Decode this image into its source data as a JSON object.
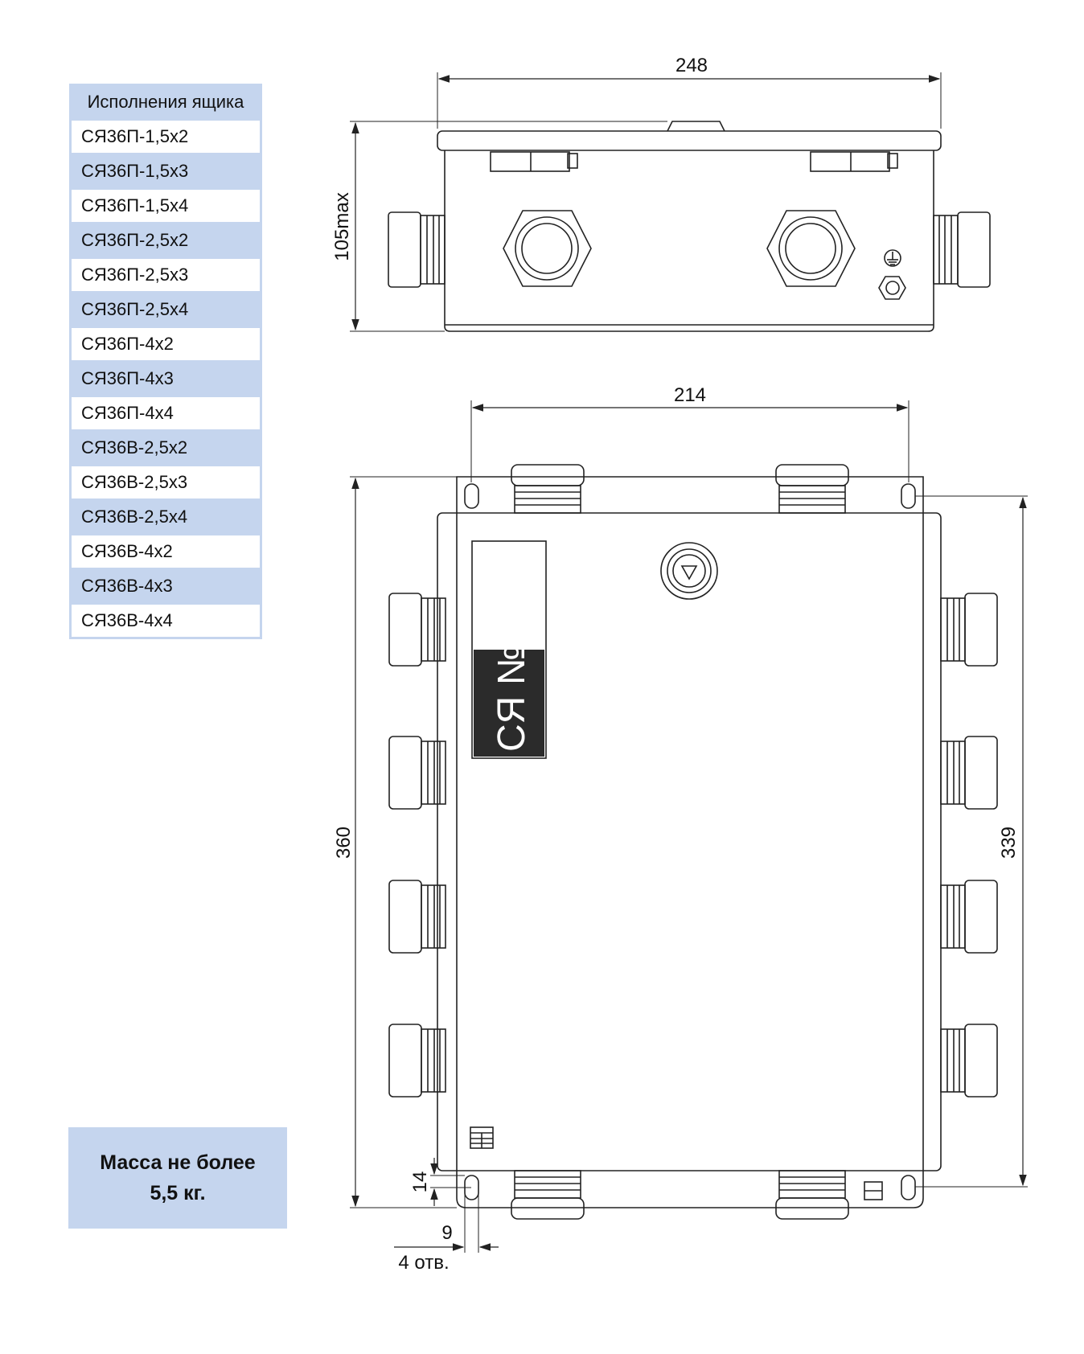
{
  "variants": {
    "header": "Исполнения ящика",
    "rows": [
      "СЯ36П-1,5х2",
      "СЯ36П-1,5х3",
      "СЯ36П-1,5х4",
      "СЯ36П-2,5х2",
      "СЯ36П-2,5х3",
      "СЯ36П-2,5х4",
      "СЯ36П-4х2",
      "СЯ36П-4х3",
      "СЯ36П-4х4",
      "СЯ36В-2,5х2",
      "СЯ36В-2,5х3",
      "СЯ36В-2,5х4",
      "СЯ36В-4х2",
      "СЯ36В-4х3",
      "СЯ36В-4х4"
    ]
  },
  "mass": {
    "line1": "Масса не более",
    "line2": "5,5 кг."
  },
  "dimensions": {
    "top_width": "248",
    "height_max": "105max",
    "mount_spacing": "214",
    "overall_height": "360",
    "mount_height": "339",
    "hole_offset": "14",
    "hole_size": "9",
    "holes_note": "4 отв."
  },
  "label_plate": {
    "text": "СЯ №"
  },
  "colors": {
    "table_fill": "#c5d5ee",
    "line": "#222222",
    "plate_dark": "#2b2b2b"
  }
}
